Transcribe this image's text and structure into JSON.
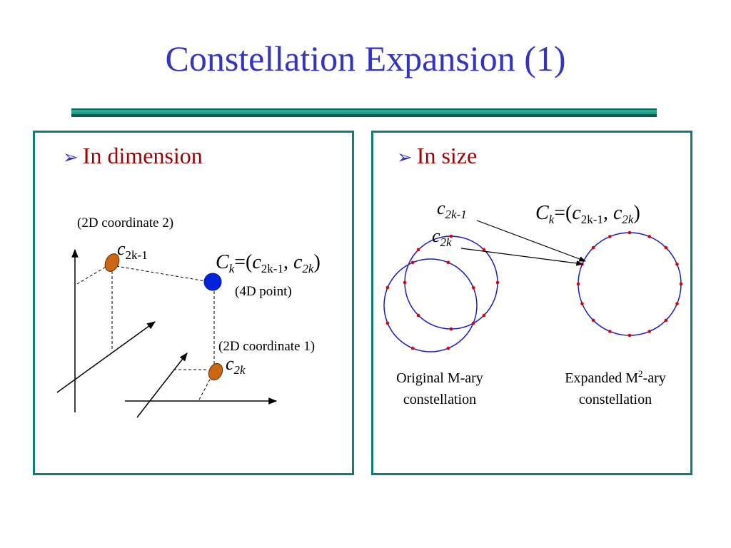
{
  "title": "Constellation Expansion (1)",
  "left_panel": {
    "bullet_arrow": "➢",
    "bullet": "In dimension",
    "coord2_label": "(2D coordinate 2)",
    "coord1_label": "(2D coordinate 1)",
    "point_label": "(4D point)",
    "c_lower": "c",
    "C_upper": "C",
    "sub_2k_minus_1": "2k-1",
    "sub_2k": "2k",
    "sub_k": "k",
    "eq_open": "=(",
    "comma": ", ",
    "close_paren": ")"
  },
  "right_panel": {
    "bullet_arrow": "➢",
    "bullet": "In size",
    "original_line1": "Original M-ary",
    "original_line2": "constellation",
    "expanded_line1_a": "Expanded M",
    "expanded_sup": "2",
    "expanded_line1_b": "-ary",
    "expanded_line2": "constellation"
  },
  "colors": {
    "title": "#3333cc",
    "bullet_text": "#a00000",
    "panel_border": "#0e7e78",
    "circle": "#1a1acc",
    "constellation_point": "#dd0000",
    "orange_point": "#cc6611",
    "blue_point": "#0022dd"
  },
  "icons": [
    "bullet-arrow-icon"
  ]
}
